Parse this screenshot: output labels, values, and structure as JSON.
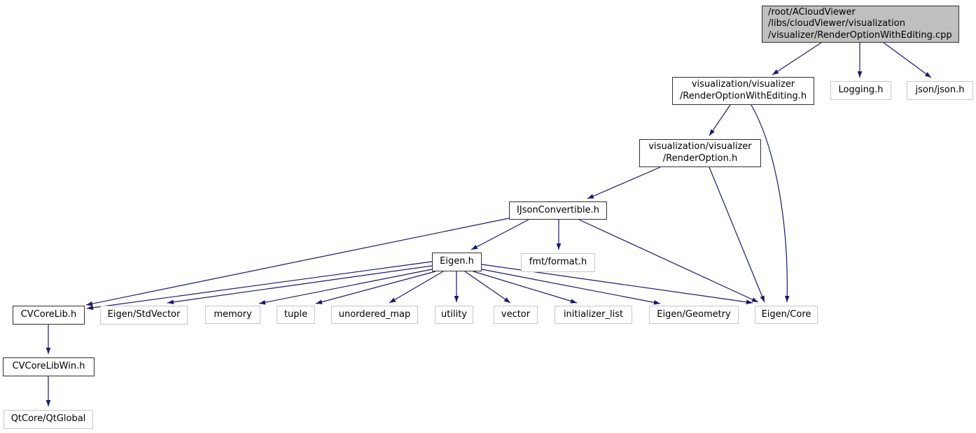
{
  "diagram": {
    "type": "include-dependency-graph",
    "colors": {
      "background": "#ffffff",
      "node_fill": "#ffffff",
      "focus_fill": "#bfbfbf",
      "project_border": "#2f2f2f",
      "external_border": "#c8c8c8",
      "edge": "#191970",
      "text": "#000000"
    },
    "nodes": {
      "main": {
        "lines": [
          "/root/ACloudViewer",
          "/libs/cloudViewer/visualization",
          "/visualizer/RenderOptionWithEditing.cpp"
        ]
      },
      "rowe_h": {
        "lines": [
          "visualization/visualizer",
          "/RenderOptionWithEditing.h"
        ]
      },
      "logging": {
        "lines": [
          "Logging.h"
        ]
      },
      "json": {
        "lines": [
          "json/json.h"
        ]
      },
      "ro_h": {
        "lines": [
          "visualization/visualizer",
          "/RenderOption.h"
        ]
      },
      "ijson": {
        "lines": [
          "IJsonConvertible.h"
        ]
      },
      "eigen": {
        "lines": [
          "Eigen.h"
        ]
      },
      "fmt": {
        "lines": [
          "fmt/format.h"
        ]
      },
      "cvcorelib": {
        "lines": [
          "CVCoreLib.h"
        ]
      },
      "stdvector": {
        "lines": [
          "Eigen/StdVector"
        ]
      },
      "memory": {
        "lines": [
          "memory"
        ]
      },
      "tuple": {
        "lines": [
          "tuple"
        ]
      },
      "unordered_map": {
        "lines": [
          "unordered_map"
        ]
      },
      "utility": {
        "lines": [
          "utility"
        ]
      },
      "vector": {
        "lines": [
          "vector"
        ]
      },
      "initializer_list": {
        "lines": [
          "initializer_list"
        ]
      },
      "eigen_geometry": {
        "lines": [
          "Eigen/Geometry"
        ]
      },
      "eigen_core": {
        "lines": [
          "Eigen/Core"
        ]
      },
      "cvcorelibwin": {
        "lines": [
          "CVCoreLibWin.h"
        ]
      },
      "qtglobal": {
        "lines": [
          "QtCore/QtGlobal"
        ]
      }
    },
    "edges": [
      {
        "from": "main",
        "to": "rowe_h"
      },
      {
        "from": "main",
        "to": "logging"
      },
      {
        "from": "main",
        "to": "json"
      },
      {
        "from": "rowe_h",
        "to": "ro_h"
      },
      {
        "from": "rowe_h",
        "to": "eigen_core"
      },
      {
        "from": "ro_h",
        "to": "ijson"
      },
      {
        "from": "ro_h",
        "to": "eigen_core"
      },
      {
        "from": "ijson",
        "to": "eigen"
      },
      {
        "from": "ijson",
        "to": "fmt"
      },
      {
        "from": "ijson",
        "to": "eigen_core"
      },
      {
        "from": "ijson",
        "to": "cvcorelib"
      },
      {
        "from": "eigen",
        "to": "cvcorelib"
      },
      {
        "from": "eigen",
        "to": "stdvector"
      },
      {
        "from": "eigen",
        "to": "memory"
      },
      {
        "from": "eigen",
        "to": "tuple"
      },
      {
        "from": "eigen",
        "to": "unordered_map"
      },
      {
        "from": "eigen",
        "to": "utility"
      },
      {
        "from": "eigen",
        "to": "vector"
      },
      {
        "from": "eigen",
        "to": "initializer_list"
      },
      {
        "from": "eigen",
        "to": "eigen_geometry"
      },
      {
        "from": "eigen",
        "to": "eigen_core"
      },
      {
        "from": "cvcorelib",
        "to": "cvcorelibwin"
      },
      {
        "from": "cvcorelibwin",
        "to": "qtglobal"
      }
    ]
  }
}
